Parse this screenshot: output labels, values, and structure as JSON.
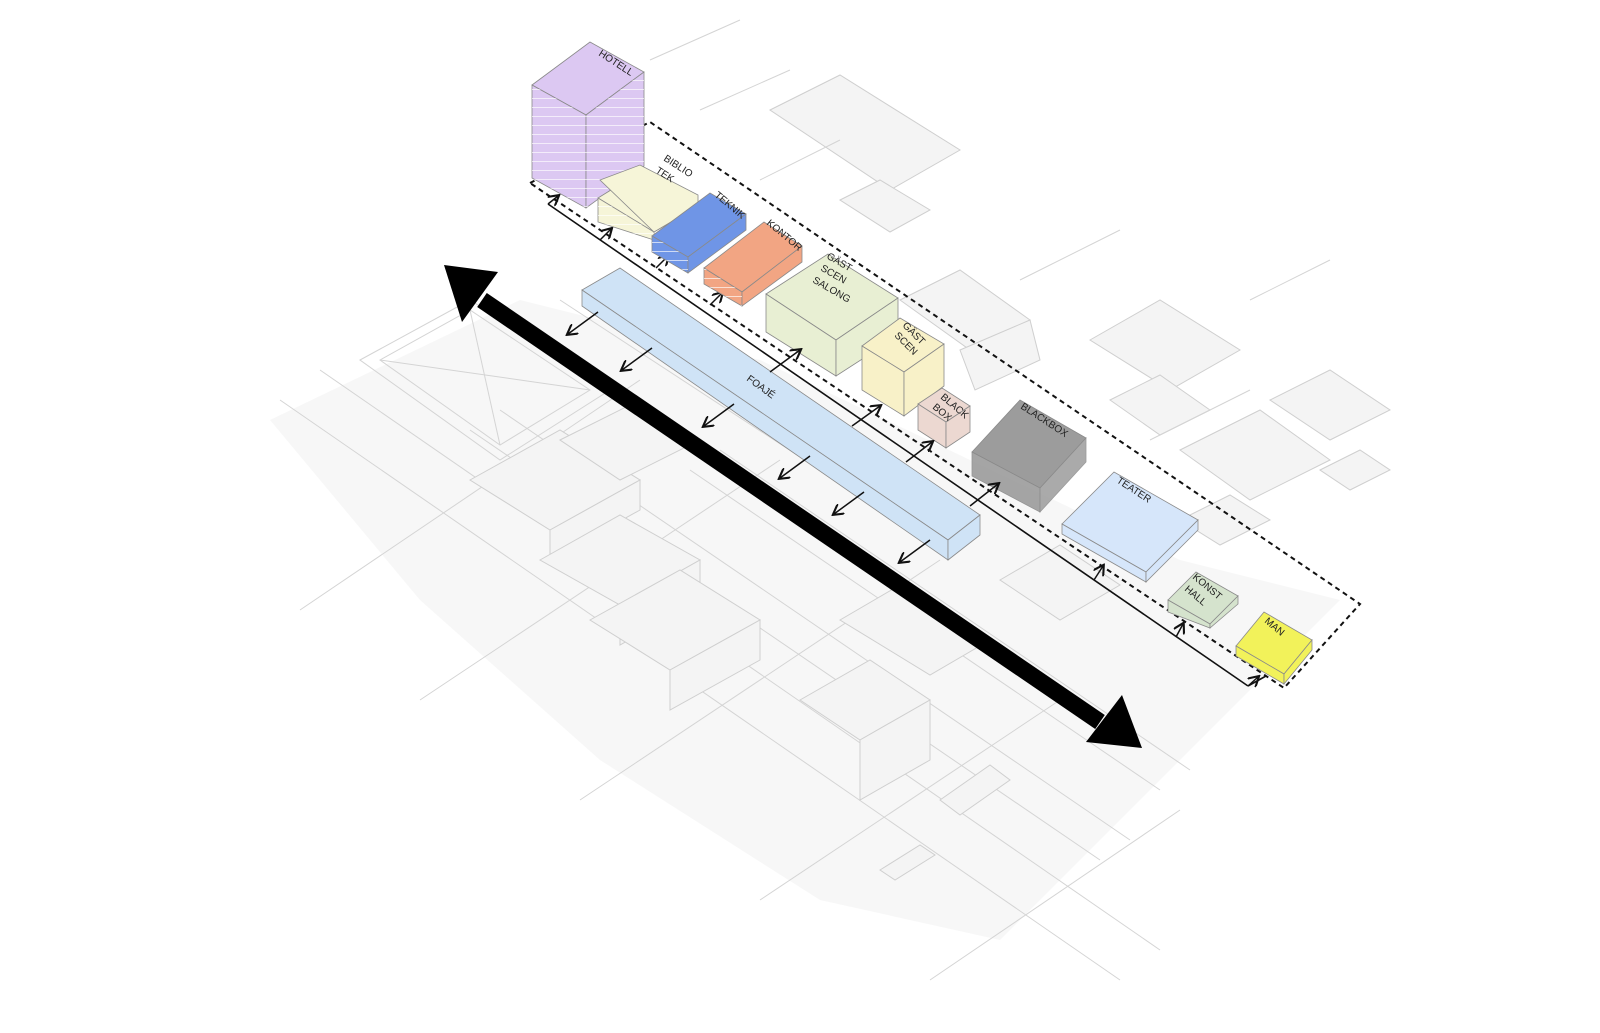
{
  "labels": {
    "hotell": "HOTELL",
    "bibliotek_1": "BIBLIO",
    "bibliotek_2": "TEK",
    "teknik": "TEKNIK",
    "kontor": "KONTOR",
    "gastscen_salong_1": "GÄST",
    "gastscen_salong_2": "SCEN",
    "gastscen_salong_3": "SALONG",
    "gastscen_1": "GÄST",
    "gastscen_2": "SCEN",
    "blackbox_small_1": "BLACK",
    "blackbox_small_2": "BOX",
    "blackbox": "BLACKBOX",
    "foaje": "FOAJÉ",
    "teater": "TEATER",
    "konsthall_1": "KONST",
    "konsthall_2": "HALL",
    "man": "MAN"
  },
  "colors": {
    "hotell": "#dcc8f2",
    "bibliotek": "#f6f5d8",
    "teknik": "#6f95e6",
    "kontor": "#f2a583",
    "gastscen_salong": "#e8efd3",
    "gastscen": "#f8f1c8",
    "blackbox_small": "#ecd8d1",
    "blackbox": "#9c9c9c",
    "foaje": "#cfe3f6",
    "teater": "#d6e6fa",
    "konsthall": "#d5e3cd",
    "man": "#f2f25a",
    "arrow": "#000000"
  }
}
